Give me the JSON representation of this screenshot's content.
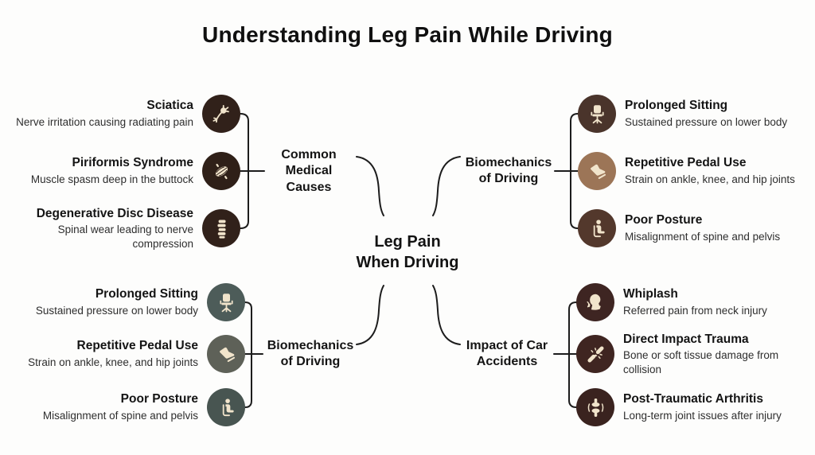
{
  "title": "Understanding Leg Pain While Driving",
  "center": {
    "lines": [
      "Leg Pain",
      "When Driving"
    ]
  },
  "colors": {
    "background": "#fdfdfc",
    "line": "#1c1c1c",
    "icon_glyph": "#f1e4cb"
  },
  "branches": [
    {
      "label": "Common Medical Causes",
      "position": "top-left",
      "items": [
        {
          "title": "Sciatica",
          "desc": "Nerve irritation causing radiating pain",
          "icon": "neuron-icon",
          "icon_bg": "#31211a"
        },
        {
          "title": "Piriformis Syndrome",
          "desc": "Muscle spasm deep in the buttock",
          "icon": "muscle-icon",
          "icon_bg": "#2f2018"
        },
        {
          "title": "Degenerative Disc Disease",
          "desc": "Spinal wear leading to nerve compression",
          "icon": "spine-icon",
          "icon_bg": "#31211a"
        }
      ]
    },
    {
      "label": "Biomechanics of Driving",
      "position": "bottom-left",
      "items": [
        {
          "title": "Prolonged Sitting",
          "desc": "Sustained pressure on lower body",
          "icon": "office-chair-icon",
          "icon_bg": "#4d5c59"
        },
        {
          "title": "Repetitive Pedal Use",
          "desc": "Strain on ankle, knee, and hip joints",
          "icon": "pedal-foot-icon",
          "icon_bg": "#5e6158"
        },
        {
          "title": "Poor Posture",
          "desc": "Misalignment of spine and pelvis",
          "icon": "seated-person-icon",
          "icon_bg": "#485551"
        }
      ]
    },
    {
      "label": "Biomechanics of Driving",
      "position": "top-right",
      "items": [
        {
          "title": "Prolonged Sitting",
          "desc": "Sustained pressure on lower body",
          "icon": "office-chair-icon",
          "icon_bg": "#4a342b"
        },
        {
          "title": "Repetitive Pedal Use",
          "desc": "Strain on ankle, knee, and hip joints",
          "icon": "pedal-foot-icon",
          "icon_bg": "#9c7557"
        },
        {
          "title": "Poor Posture",
          "desc": "Misalignment of spine and pelvis",
          "icon": "seated-person-icon",
          "icon_bg": "#53382c"
        }
      ]
    },
    {
      "label": "Impact of Car Accidents",
      "position": "bottom-right",
      "items": [
        {
          "title": "Whiplash",
          "desc": "Referred pain from neck injury",
          "icon": "neck-pain-icon",
          "icon_bg": "#3e2522"
        },
        {
          "title": "Direct Impact Trauma",
          "desc": "Bone or soft tissue damage from collision",
          "icon": "broken-bone-icon",
          "icon_bg": "#3f2521"
        },
        {
          "title": "Post-Traumatic Arthritis",
          "desc": "Long-term joint issues after injury",
          "icon": "knee-joint-icon",
          "icon_bg": "#3a231f"
        }
      ]
    }
  ]
}
